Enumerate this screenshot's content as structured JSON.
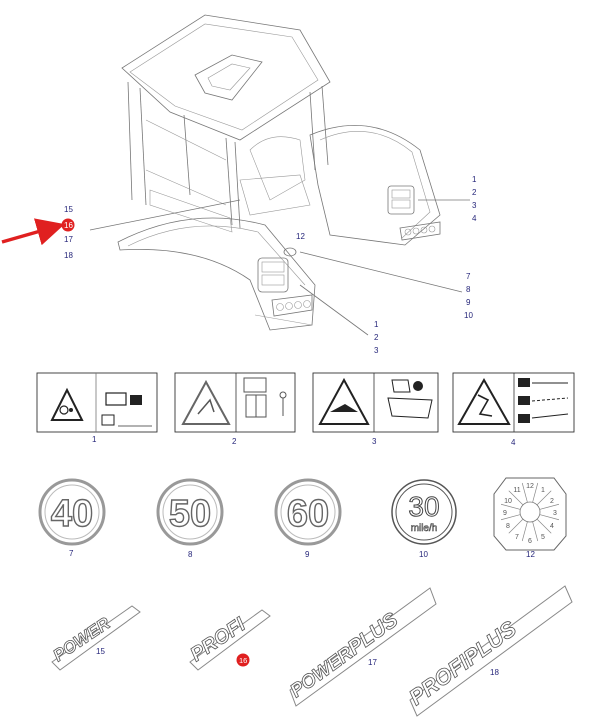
{
  "callouts": {
    "left": [
      "15",
      "16",
      "17",
      "18"
    ],
    "rear_fender": [
      "1",
      "2",
      "3",
      "4"
    ],
    "center": "12",
    "right_badge": [
      "7",
      "8",
      "9",
      "10"
    ],
    "front_fender": [
      "1",
      "2",
      "3"
    ]
  },
  "highlight_color": "#e02020",
  "callout_color": "#26267a",
  "labels": {
    "label1": "1",
    "label2": "2",
    "label3": "3",
    "label4": "4"
  },
  "signs": {
    "s40": "40",
    "s50": "50",
    "s60": "60",
    "s30": "30",
    "s30_unit": "mile/h",
    "s7": "7",
    "s8": "8",
    "s9": "9",
    "s10": "10",
    "s12": "12",
    "dial": [
      "12",
      "1",
      "2",
      "3",
      "4",
      "5",
      "6",
      "7",
      "8",
      "9",
      "10",
      "11"
    ]
  },
  "decals": {
    "power": "POWER",
    "profi": "PROFI",
    "power2": "POWER",
    "plus2": "PLUS",
    "profi2": "PROFI",
    "plus3": "PLUS",
    "n15": "15",
    "n16": "16",
    "n17": "17",
    "n18": "18"
  }
}
